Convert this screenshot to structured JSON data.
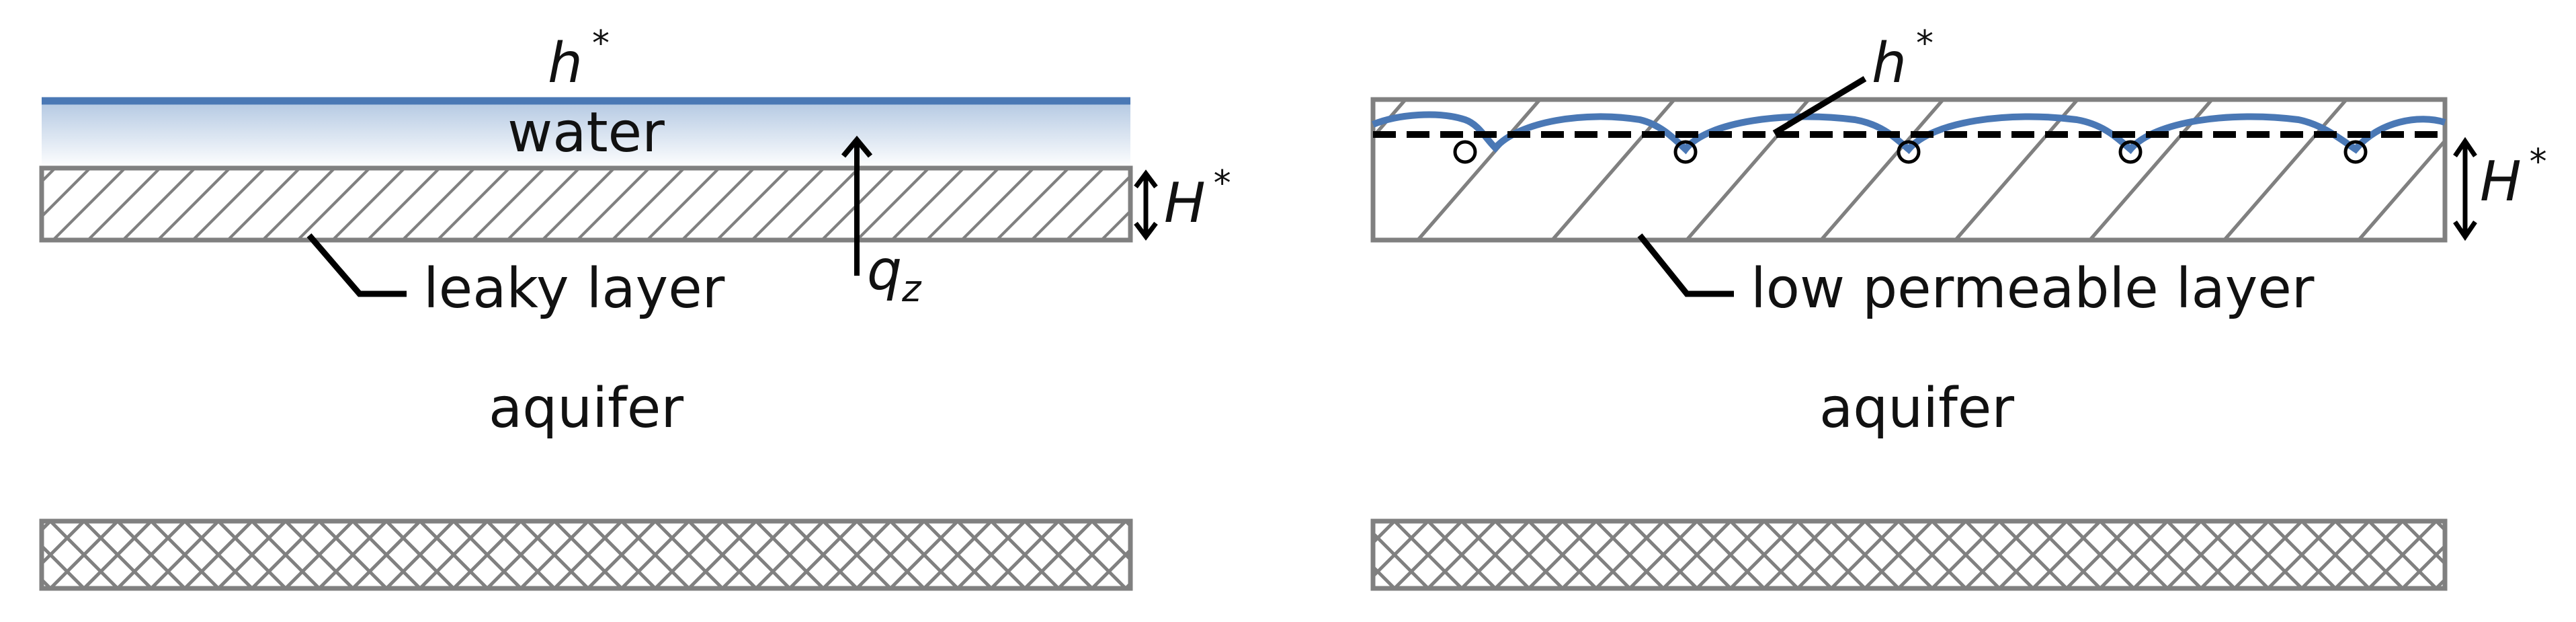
{
  "left_panel": {
    "head_symbol": "h",
    "head_superscript": "*",
    "water_label": "water",
    "leaky_layer_label": "leaky layer",
    "thickness_symbol": "H",
    "thickness_superscript": "*",
    "flux_symbol": "q",
    "flux_subscript": "z",
    "aquifer_label": "aquifer"
  },
  "right_panel": {
    "head_symbol": "h",
    "head_superscript": "*",
    "layer_label": "low permeable layer",
    "thickness_symbol": "H",
    "thickness_superscript": "*",
    "aquifer_label": "aquifer"
  },
  "colors": {
    "water_surface": "#4a78b5",
    "water_top": "#b3c8e2",
    "water_bottom": "#ffffff",
    "frame_gray": "#808080",
    "text": "#111111",
    "dashed_line": "#000000"
  }
}
